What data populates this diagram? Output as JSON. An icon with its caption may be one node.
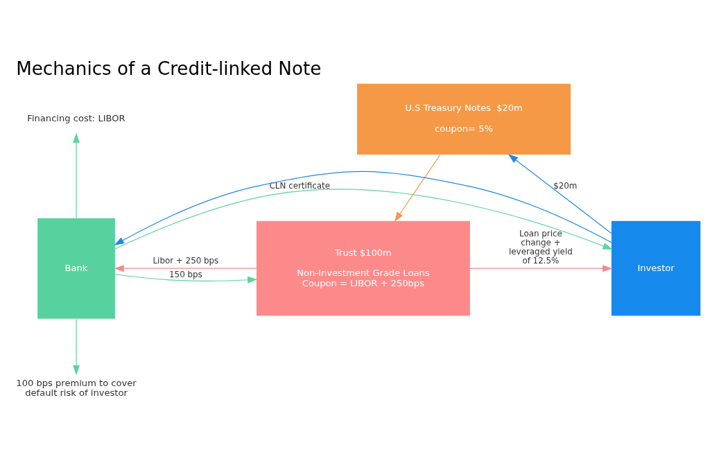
{
  "diagram": {
    "title": "Mechanics of a Credit-linked Note",
    "nodes": [
      {
        "text": [
          "U.S Treasury Notes  $20m",
          "coupon= 5%"
        ]
      },
      {
        "text": [
          "Trust $100m",
          "Non-Investment Grade Loans Coupon = LIBOR + 250bps"
        ]
      },
      {
        "text": [
          "Bank"
        ]
      },
      {
        "text": [
          "Investor"
        ]
      },
      {
        "text": [
          "Financing cost: LIBOR"
        ]
      },
      {
        "text": [
          "100 bps premium to cover default risk of investor"
        ]
      }
    ],
    "edges": [
      {
        "from": 0,
        "to": 1,
        "arrow": "to",
        "color": "#f5994a"
      },
      {
        "from": 1,
        "to": 2,
        "arrow": "to",
        "label": "Libor + 250 bps",
        "color": "#f58a8a"
      },
      {
        "from": 2,
        "to": 1,
        "arrow": "to",
        "label": "150 bps"
      },
      {
        "from": 1,
        "to": 3,
        "arrow": "to",
        "label": "Loan price change + leveraged yield of 12.5%",
        "color": "#f58a8a"
      },
      {
        "from": 3,
        "to": 0,
        "arrow": "to",
        "label": "$20m",
        "color": "#1e88e5"
      },
      {
        "from": 3,
        "to": 2,
        "arrow": "to",
        "color": "#1e88e5"
      },
      {
        "from": 2,
        "to": 3,
        "arrow": "to",
        "label": "CLN certificate"
      },
      {
        "from": 2,
        "to": 4,
        "arrow": "to"
      },
      {
        "from": 2,
        "to": 5,
        "arrow": "to"
      }
    ]
  }
}
